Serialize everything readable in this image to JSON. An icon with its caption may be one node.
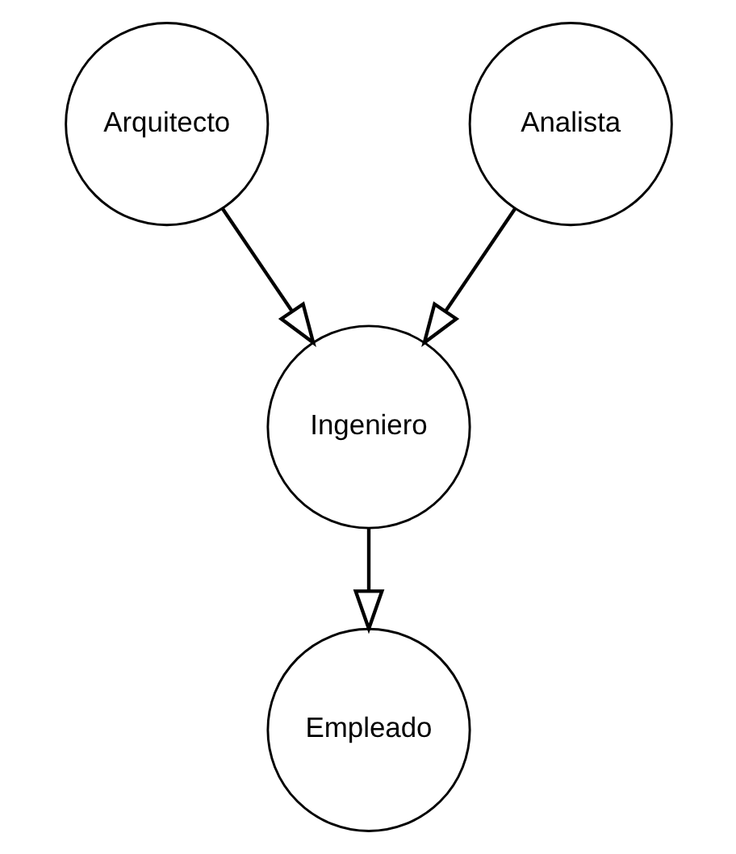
{
  "diagram": {
    "nodes": [
      {
        "text": [
          "Arquitecto"
        ]
      },
      {
        "text": [
          "Analista"
        ]
      },
      {
        "text": [
          "Ingeniero"
        ]
      },
      {
        "text": [
          "Empleado"
        ]
      }
    ],
    "edges": [
      {
        "from": 0,
        "to": 2,
        "arrow": "to"
      },
      {
        "from": 1,
        "to": 2,
        "arrow": "to"
      },
      {
        "from": 2,
        "to": 3,
        "arrow": "to"
      }
    ]
  }
}
